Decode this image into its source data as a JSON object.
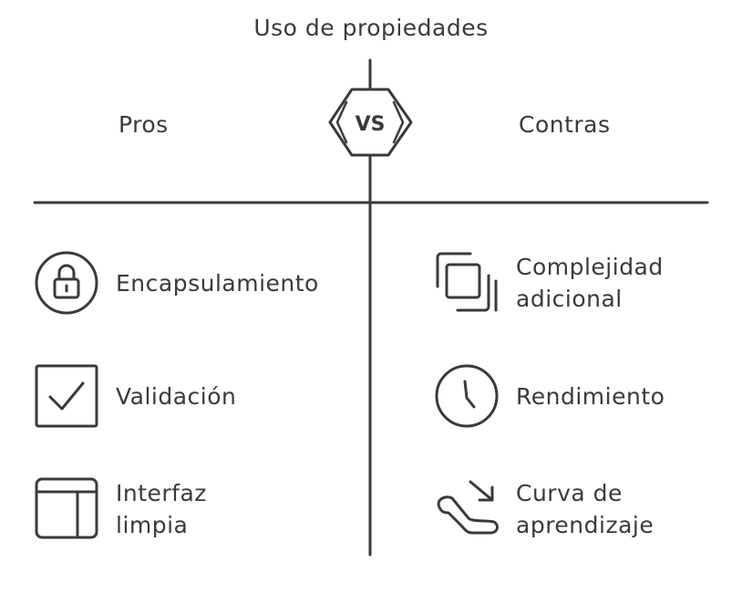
{
  "title": "Uso de propiedades",
  "vs_label": "VS",
  "pros": {
    "heading": "Pros",
    "items": [
      {
        "label": "Encapsulamiento",
        "icon": "lock-icon"
      },
      {
        "label": "Validación",
        "icon": "checkbox-icon"
      },
      {
        "label": "Interfaz\nlimpia",
        "icon": "layout-icon"
      }
    ]
  },
  "cons": {
    "heading": "Contras",
    "items": [
      {
        "label": "Complejidad\nadicional",
        "icon": "layers-icon"
      },
      {
        "label": "Rendimiento",
        "icon": "clock-icon"
      },
      {
        "label": "Curva de\naprendizaje",
        "icon": "escalator-icon"
      }
    ]
  },
  "colors": {
    "ink": "#3a3a3a",
    "background": "#ffffff"
  }
}
